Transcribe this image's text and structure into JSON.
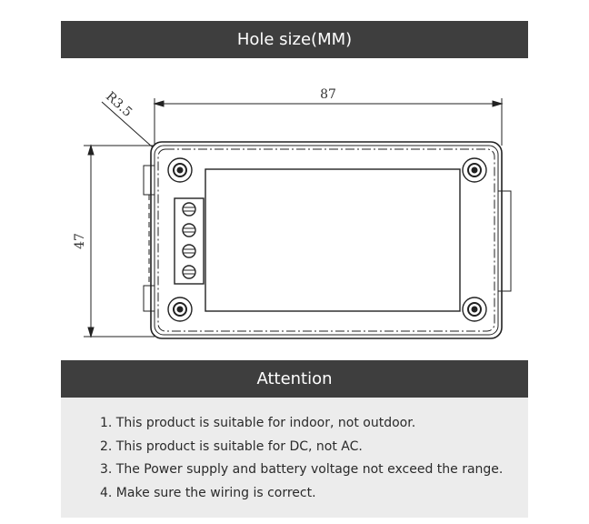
{
  "header": {
    "title": "Hole size(MM)"
  },
  "diagram": {
    "width_dim": "87",
    "height_dim": "47",
    "radius_dim": "R3.5",
    "stroke_color": "#222222"
  },
  "attention": {
    "title": "Attention",
    "items": [
      "1. This product is suitable for indoor, not outdoor.",
      "2. This product is suitable for DC, not AC.",
      "3. The Power supply and battery voltage not exceed the range.",
      "4. Make sure the wiring is correct."
    ]
  },
  "colors": {
    "banner": "#3e3e3e",
    "panel": "#ececec",
    "text": "#2a2a2a"
  }
}
